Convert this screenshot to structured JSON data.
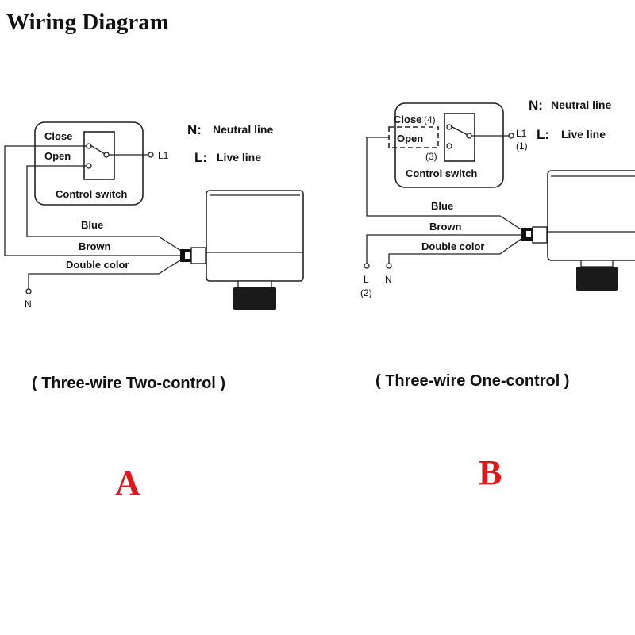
{
  "page_title": "Wiring Diagram",
  "colors": {
    "diagram_letter": "#e0161c",
    "ink": "#111111"
  },
  "diagram_a": {
    "switch_close_label": "Close",
    "switch_open_label": "Open",
    "switch_box_label": "Control switch",
    "terminal_l1_label": "L1",
    "legend_n_key": "N:",
    "legend_n_text": "Neutral line",
    "legend_l_key": "L:",
    "legend_l_text": "Live line",
    "wire_blue_label": "Blue",
    "wire_brown_label": "Brown",
    "wire_double_label": "Double color",
    "terminal_n_label": "N",
    "caption": "( Three-wire Two-control )",
    "letter": "A"
  },
  "diagram_b": {
    "switch_close_label": "Close",
    "switch_close_num": "(4)",
    "switch_open_label": "Open",
    "switch_open_num": "(3)",
    "switch_box_label": "Control switch",
    "terminal_l1_label": "L1",
    "terminal_l1_num": "(1)",
    "legend_n_key": "N:",
    "legend_n_text": "Neutral line",
    "legend_l_key": "L:",
    "legend_l_text": "Live line",
    "wire_blue_label": "Blue",
    "wire_brown_label": "Brown",
    "wire_double_label": "Double color",
    "terminal_l_label": "L",
    "terminal_l_num": "(2)",
    "terminal_n_label": "N",
    "caption": "( Three-wire One-control )",
    "letter": "B"
  }
}
